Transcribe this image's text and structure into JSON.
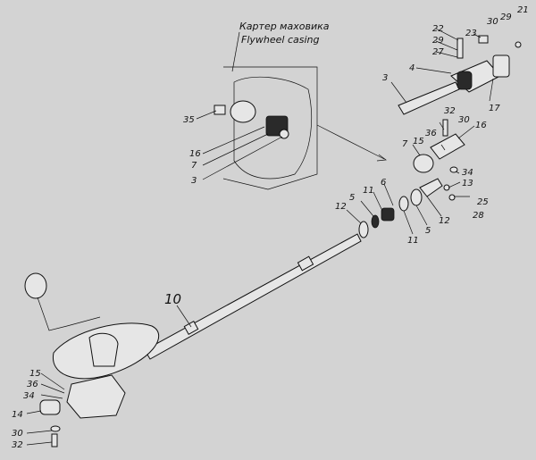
{
  "captions": {
    "ru": "Картер маховика",
    "en": "Flywheel casing"
  },
  "callouts": {
    "c22": "22",
    "c23": "23",
    "c29a": "29",
    "c21": "21",
    "c30a": "30",
    "c29b": "29",
    "c27": "27",
    "c4": "4",
    "c3a": "3",
    "c17": "17",
    "c35": "35",
    "c16a": "16",
    "c7a": "7",
    "c3b": "3",
    "c32a": "32",
    "c30b": "30",
    "c36a": "36",
    "c15a": "15",
    "c16b": "16",
    "c7b": "7",
    "c34a": "34",
    "c13": "13",
    "c25": "25",
    "c28": "28",
    "c12a": "12",
    "c5a": "5",
    "c11a": "11",
    "c6": "6",
    "c11b": "11",
    "c5b": "5",
    "c12b": "12",
    "c10": "10",
    "c15b": "15",
    "c36b": "36",
    "c34b": "34",
    "c14": "14",
    "c30c": "30",
    "c32b": "32"
  }
}
